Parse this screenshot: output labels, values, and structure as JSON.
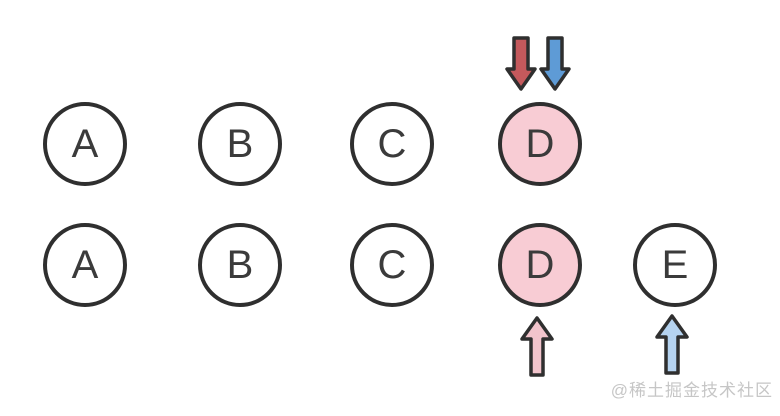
{
  "rows": [
    {
      "nodes": [
        {
          "label": "A",
          "highlighted": false
        },
        {
          "label": "B",
          "highlighted": false
        },
        {
          "label": "C",
          "highlighted": false
        },
        {
          "label": "D",
          "highlighted": true
        }
      ]
    },
    {
      "nodes": [
        {
          "label": "A",
          "highlighted": false
        },
        {
          "label": "B",
          "highlighted": false
        },
        {
          "label": "C",
          "highlighted": false
        },
        {
          "label": "D",
          "highlighted": true
        },
        {
          "label": "E",
          "highlighted": false
        }
      ]
    }
  ],
  "arrows": [
    {
      "name": "red-down-arrow",
      "direction": "down",
      "color": "#c4595c",
      "points_at": "D"
    },
    {
      "name": "blue-down-arrow",
      "direction": "down",
      "color": "#5e9bd6",
      "points_at": "D"
    },
    {
      "name": "pink-up-arrow",
      "direction": "up",
      "color": "#f2c4cc",
      "points_at": "D"
    },
    {
      "name": "light-blue-up-arrow",
      "direction": "up",
      "color": "#b5d3f0",
      "points_at": "E"
    }
  ],
  "colors": {
    "node_outline": "#2f2f2f",
    "node_fill": "#ffffff",
    "highlight_fill": "#f8ccd4",
    "node_text": "#3b3b3b",
    "watermark_text": "#c6c6c6"
  },
  "watermark": "@稀土掘金技术社区"
}
